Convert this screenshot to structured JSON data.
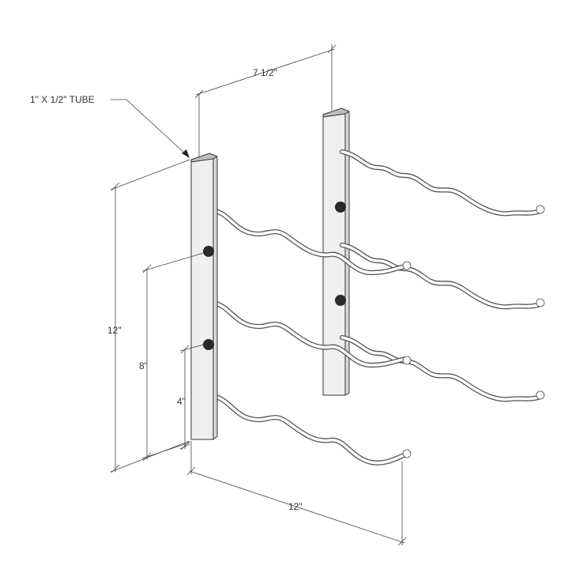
{
  "labels": {
    "tube_callout": "1\" X 1/2\" TUBE",
    "dim_width": "7 1/2\"",
    "dim_height_total": "12\"",
    "dim_height_mid": "8\"",
    "dim_height_low": "4\"",
    "dim_depth": "12\""
  },
  "colors": {
    "line": "#444444",
    "tube_face": "#efefef",
    "tube_side": "#d9d9d9",
    "hole": "#2a2a2a",
    "background": "#ffffff"
  }
}
